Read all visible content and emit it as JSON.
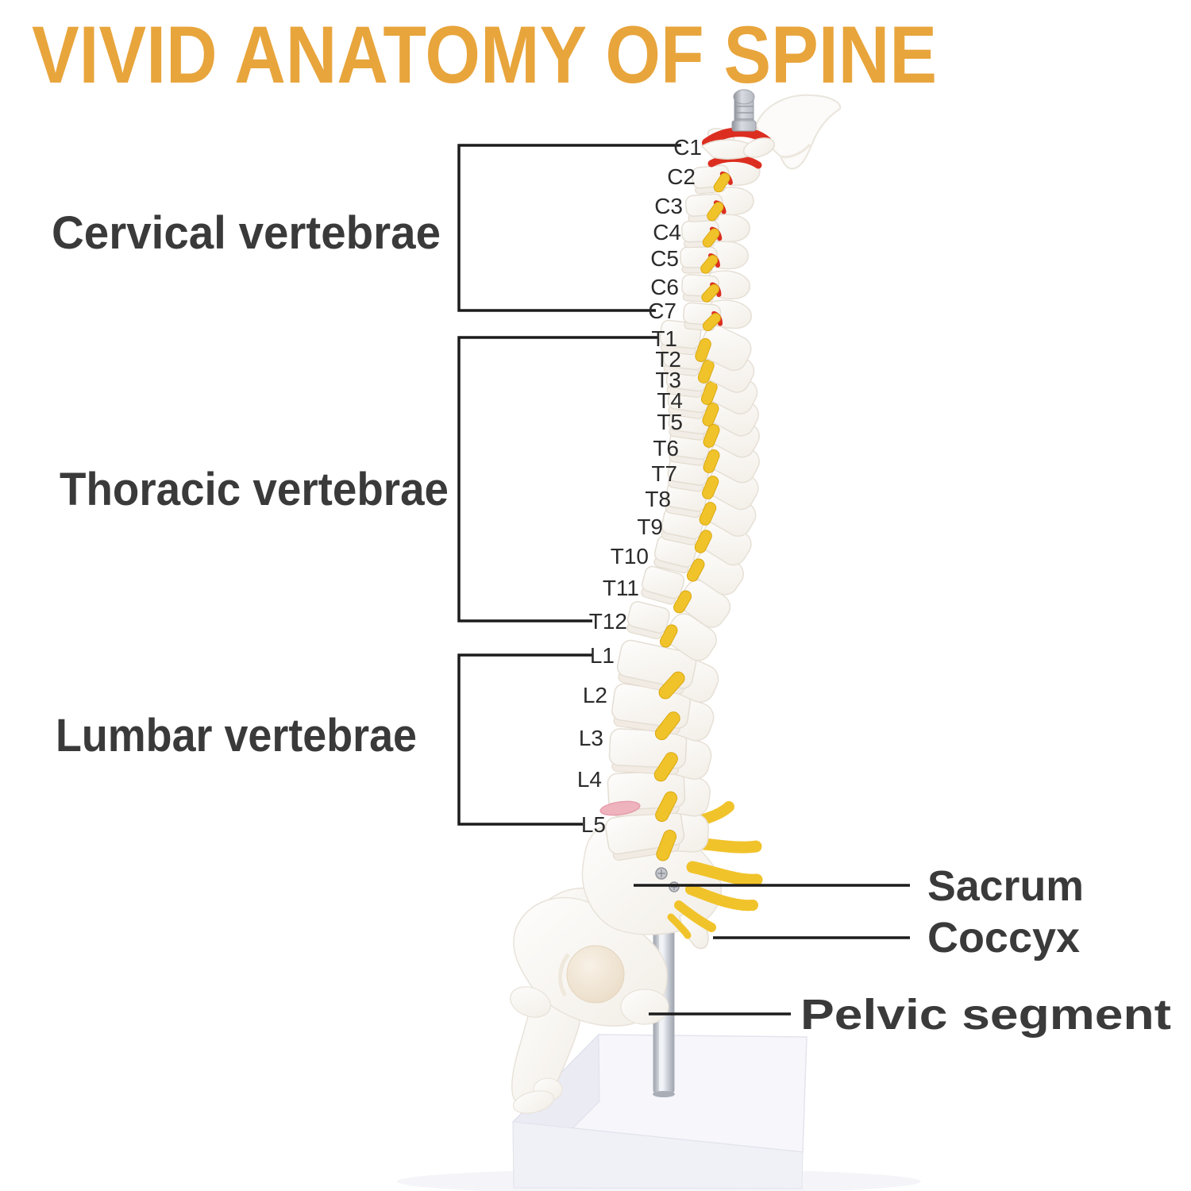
{
  "title": "VIVID ANATOMY OF SPINE",
  "regions": [
    {
      "id": "cervical",
      "label": "Cervical vertebrae",
      "levels": [
        "C1",
        "C2",
        "C3",
        "C4",
        "C5",
        "C6",
        "C7"
      ]
    },
    {
      "id": "thoracic",
      "label": "Thoracic vertebrae",
      "levels": [
        "T1",
        "T2",
        "T3",
        "T4",
        "T5",
        "T6",
        "T7",
        "T8",
        "T9",
        "T10",
        "T11",
        "T12"
      ]
    },
    {
      "id": "lumbar",
      "label": "Lumbar vertebrae",
      "levels": [
        "L1",
        "L2",
        "L3",
        "L4",
        "L5"
      ]
    }
  ],
  "callouts": [
    {
      "label": "Sacrum"
    },
    {
      "label": "Coccyx"
    },
    {
      "label": "Pelvic segment"
    }
  ],
  "colors": {
    "title": "#E8A53C",
    "label_text": "#3A3A3A",
    "leader_line": "#1C1C1C",
    "bone": "#FBF9F6",
    "nerve_yellow": "#F1C32B",
    "artery_red": "#DC2E20",
    "disc_pink": "#EFB3BE"
  }
}
